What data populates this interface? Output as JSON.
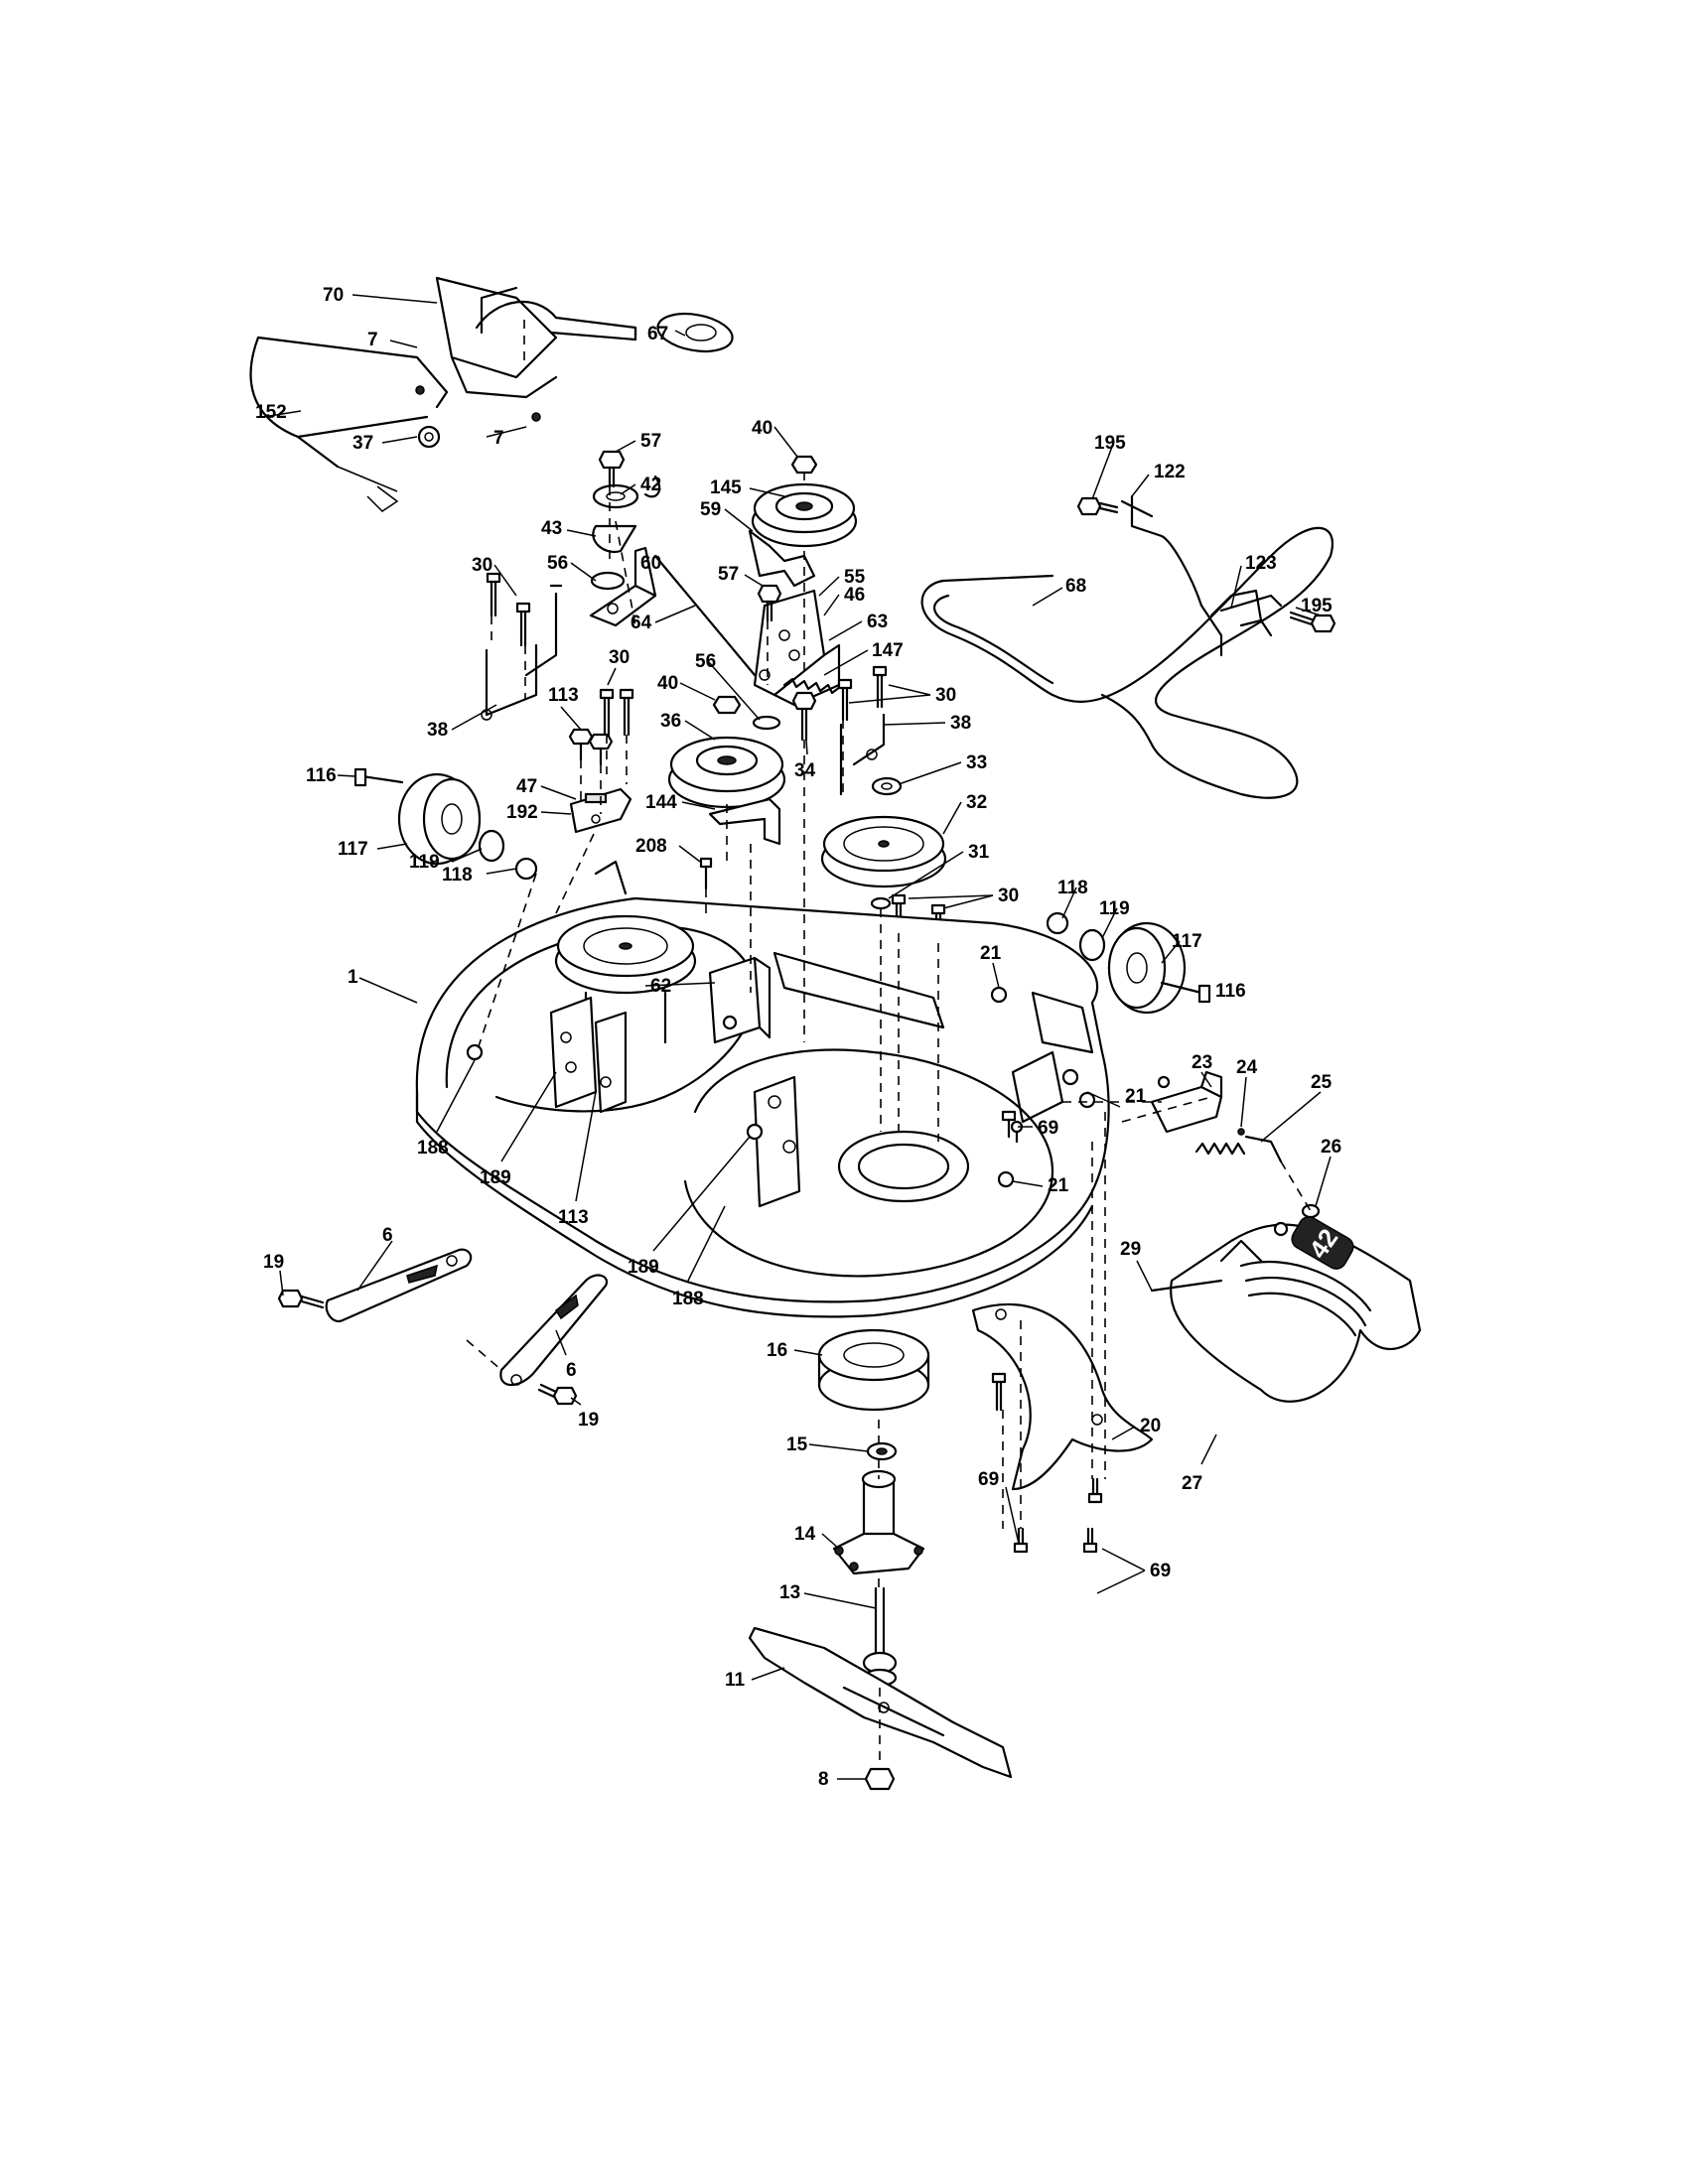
{
  "callouts": [
    {
      "label": "70"
    },
    {
      "label": "67"
    },
    {
      "label": "7"
    },
    {
      "label": "152"
    },
    {
      "label": "37"
    },
    {
      "label": "7"
    },
    {
      "label": "57"
    },
    {
      "label": "40"
    },
    {
      "label": "42"
    },
    {
      "label": "145"
    },
    {
      "label": "43"
    },
    {
      "label": "59"
    },
    {
      "label": "56"
    },
    {
      "label": "60"
    },
    {
      "label": "57"
    },
    {
      "label": "55"
    },
    {
      "label": "46"
    },
    {
      "label": "30"
    },
    {
      "label": "64"
    },
    {
      "label": "63"
    },
    {
      "label": "147"
    },
    {
      "label": "30"
    },
    {
      "label": "113"
    },
    {
      "label": "40"
    },
    {
      "label": "56"
    },
    {
      "label": "30"
    },
    {
      "label": "38"
    },
    {
      "label": "36"
    },
    {
      "label": "38"
    },
    {
      "label": "34"
    },
    {
      "label": "33"
    },
    {
      "label": "116"
    },
    {
      "label": "47"
    },
    {
      "label": "192"
    },
    {
      "label": "144"
    },
    {
      "label": "32"
    },
    {
      "label": "117"
    },
    {
      "label": "119"
    },
    {
      "label": "118"
    },
    {
      "label": "208"
    },
    {
      "label": "31"
    },
    {
      "label": "30"
    },
    {
      "label": "118"
    },
    {
      "label": "119"
    },
    {
      "label": "117"
    },
    {
      "label": "116"
    },
    {
      "label": "21"
    },
    {
      "label": "1"
    },
    {
      "label": "62"
    },
    {
      "label": "23"
    },
    {
      "label": "21"
    },
    {
      "label": "24"
    },
    {
      "label": "25"
    },
    {
      "label": "69"
    },
    {
      "label": "26"
    },
    {
      "label": "188"
    },
    {
      "label": "189"
    },
    {
      "label": "21"
    },
    {
      "label": "113"
    },
    {
      "label": "6"
    },
    {
      "label": "19"
    },
    {
      "label": "189"
    },
    {
      "label": "29"
    },
    {
      "label": "188"
    },
    {
      "label": "6"
    },
    {
      "label": "16"
    },
    {
      "label": "19"
    },
    {
      "label": "15"
    },
    {
      "label": "20"
    },
    {
      "label": "27"
    },
    {
      "label": "69"
    },
    {
      "label": "14"
    },
    {
      "label": "69"
    },
    {
      "label": "13"
    },
    {
      "label": "11"
    },
    {
      "label": "8"
    },
    {
      "label": "195"
    },
    {
      "label": "122"
    },
    {
      "label": "68"
    },
    {
      "label": "123"
    },
    {
      "label": "195"
    }
  ],
  "deck_size_mark": "42"
}
